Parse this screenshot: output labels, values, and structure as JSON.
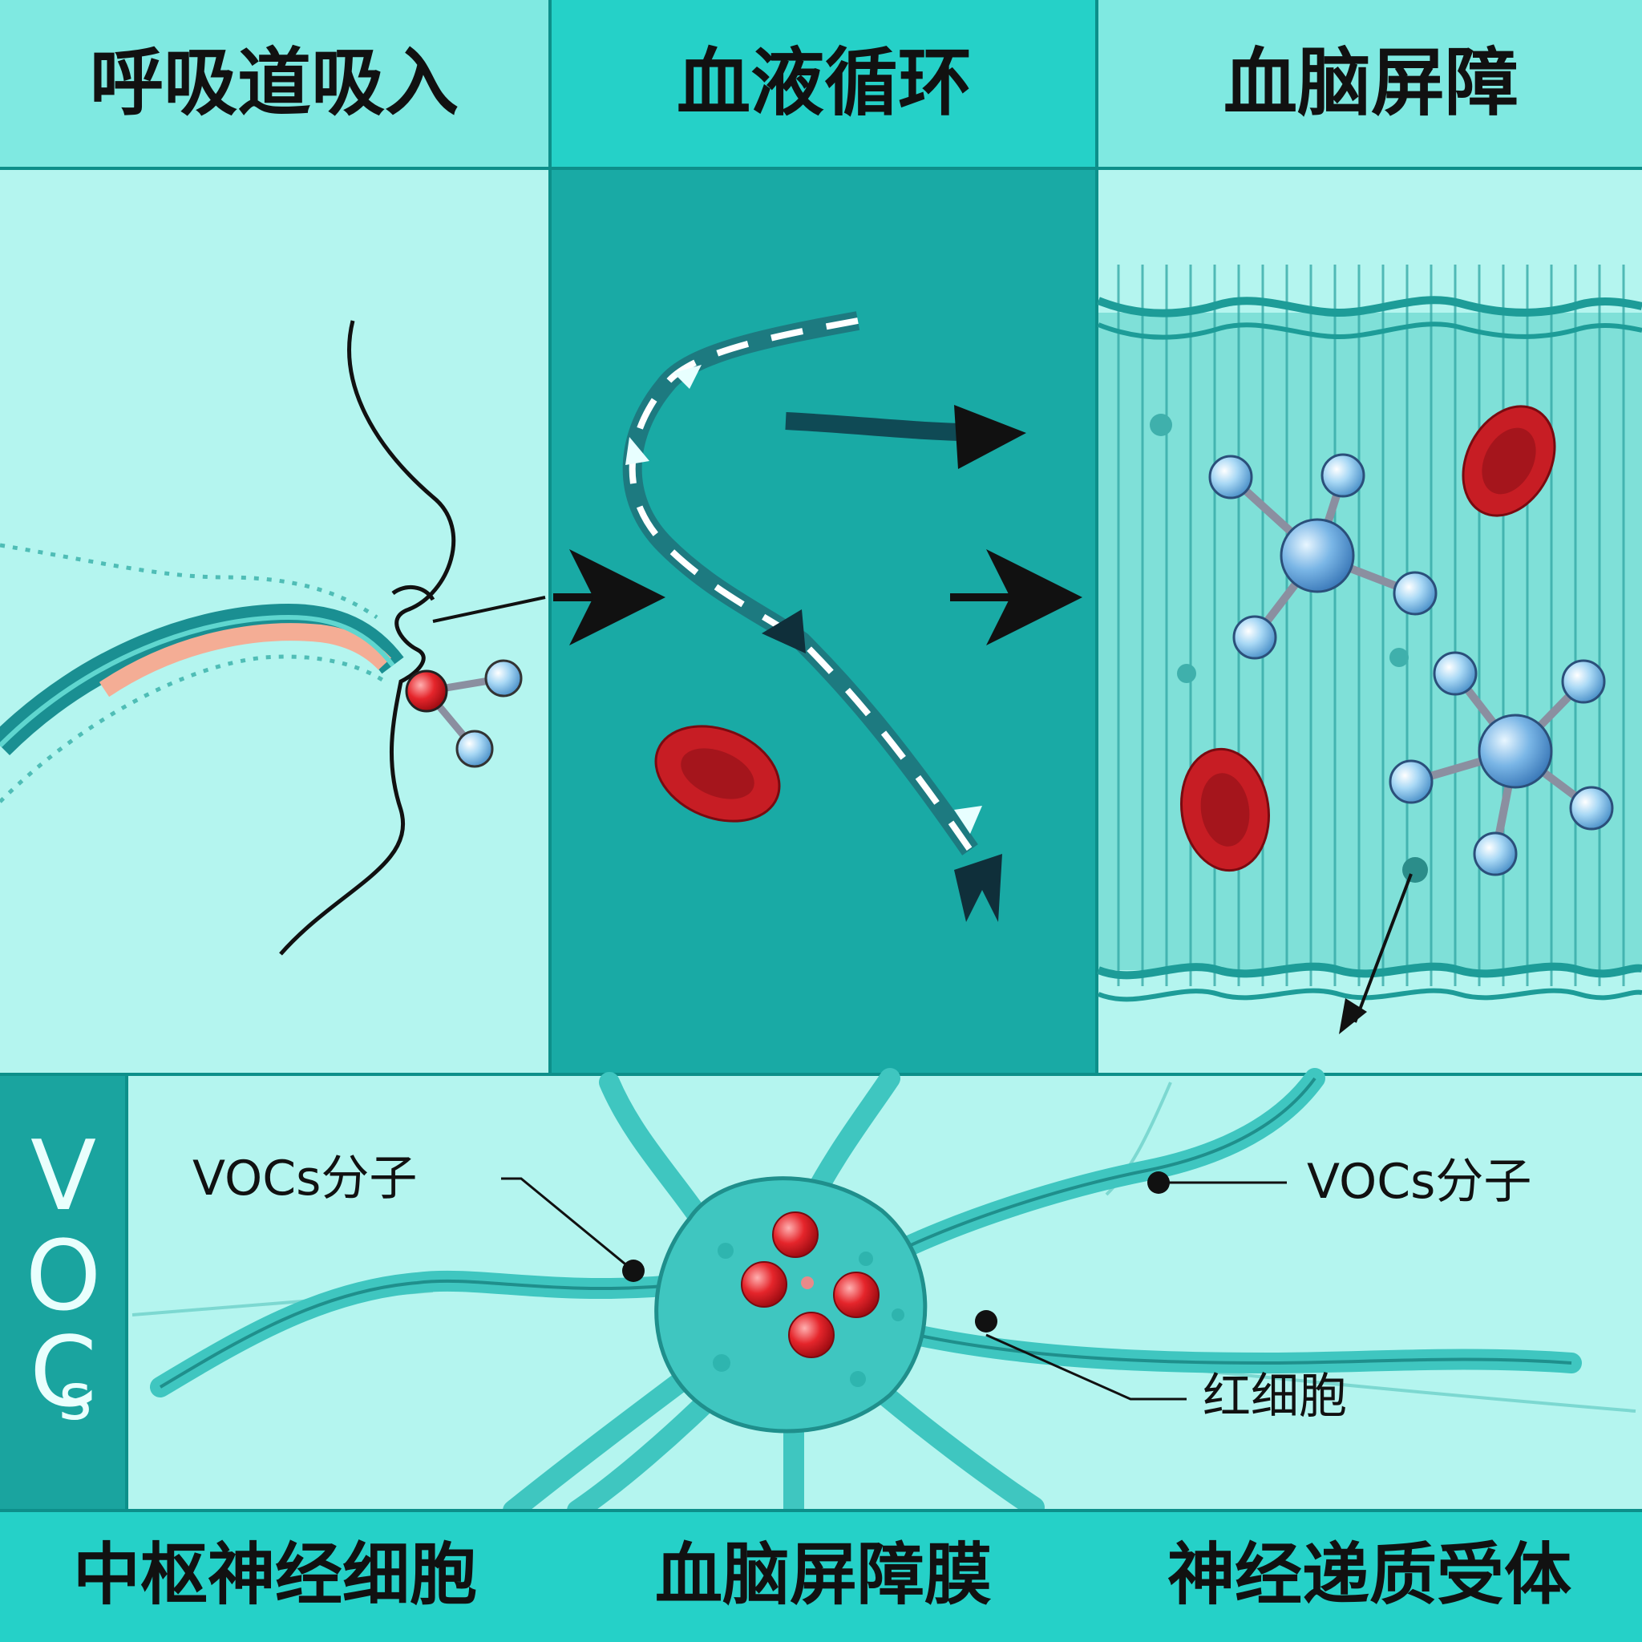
{
  "headers": {
    "respiratory": "呼吸道吸入",
    "blood": "血液循环",
    "bbb": "血脑屏障"
  },
  "side_banner": {
    "letters": [
      "V",
      "O",
      "C",
      "s"
    ]
  },
  "callouts": {
    "vocs_left": "VOCs分子",
    "vocs_right": "VOCs分子",
    "rbc": "红细胞"
  },
  "footer": {
    "cns": "中枢神经细胞",
    "membrane": "血脑屏障膜",
    "receptor": "神经递质受体"
  },
  "colors": {
    "panel_light": "#b4f5ef",
    "panel_dark": "#19aaa5",
    "header_bg": "#7fe9e1",
    "header_mid": "#25d1c8",
    "rbc_red": "#d9262d",
    "atom_blue": "#8fc7ee",
    "atom_red": "#e0141c",
    "neuron": "#3fc6c0"
  }
}
